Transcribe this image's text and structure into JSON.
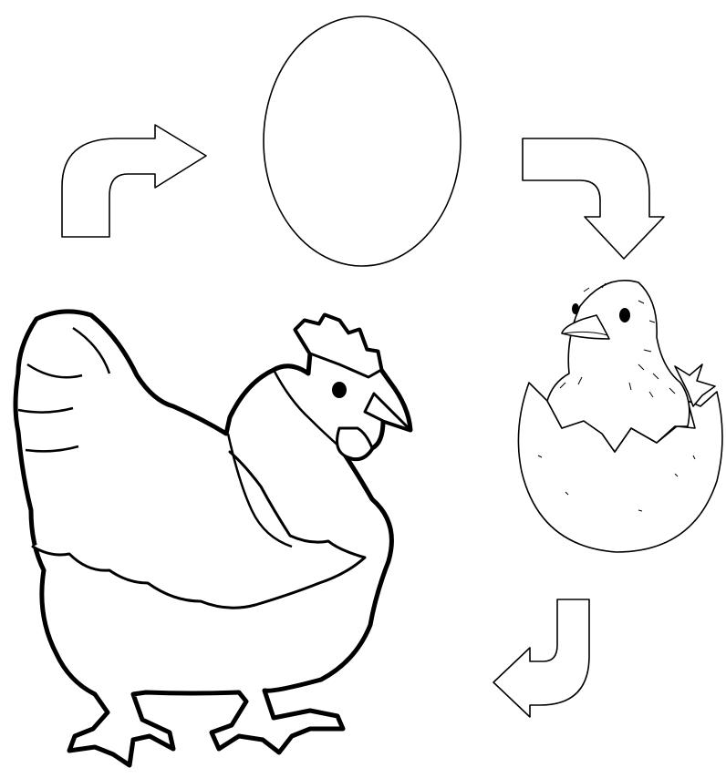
{
  "diagram": {
    "type": "life-cycle",
    "stages": [
      {
        "id": "egg",
        "icon": "egg-icon"
      },
      {
        "id": "hatching-chick",
        "icon": "hatching-chick-icon"
      },
      {
        "id": "hen",
        "icon": "hen-icon"
      }
    ],
    "arrows": [
      "arrow-hen-to-egg-icon",
      "arrow-egg-to-chick-icon",
      "arrow-chick-to-hen-icon"
    ],
    "colors": {
      "line": "#000000",
      "background": "#ffffff"
    }
  }
}
